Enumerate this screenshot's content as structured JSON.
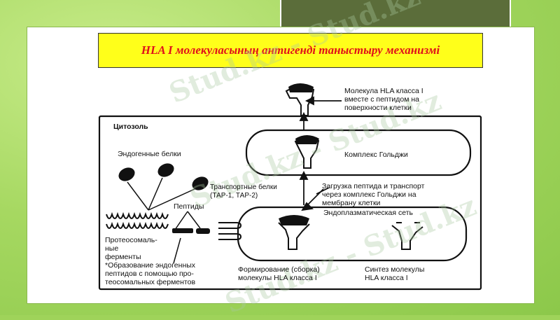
{
  "title": "HLA I молекуласының антигенді таныстыру механизмі",
  "watermark": "Stud.kz - Stud.kz",
  "colors": {
    "background": "#9fd35a",
    "title_fill": "#ffff1a",
    "title_text": "#e0101a"
  },
  "labels": {
    "surface_molecule": "Молекула HLA класса I\nвместе с пептидом на\nповерхности клетки",
    "cytosol": "Цитозоль",
    "golgi": "Комплекс Гольджи",
    "endogenous_proteins": "Эндогенные белки",
    "transport_proteins": "Транспортные белки\n(ТАР-1, ТАР-2)",
    "peptide_loading": "Загрузка пептида и транспорт\nчерез комплекс Гольджи на\nмембрану клетки",
    "peptides": "Пептиды",
    "er": "Эндоплазматическая сеть",
    "proteasomal_enzymes": "Протеосомаль-\nные\nферменты",
    "footnote": "*Образование эндогенных\nпептидов с помощью про-\nтеосомальных ферментов",
    "assembly": "Формирование (сборка)\nмолекулы HLA класса I",
    "synthesis": "Синтез молекулы\nHLA класса I"
  }
}
